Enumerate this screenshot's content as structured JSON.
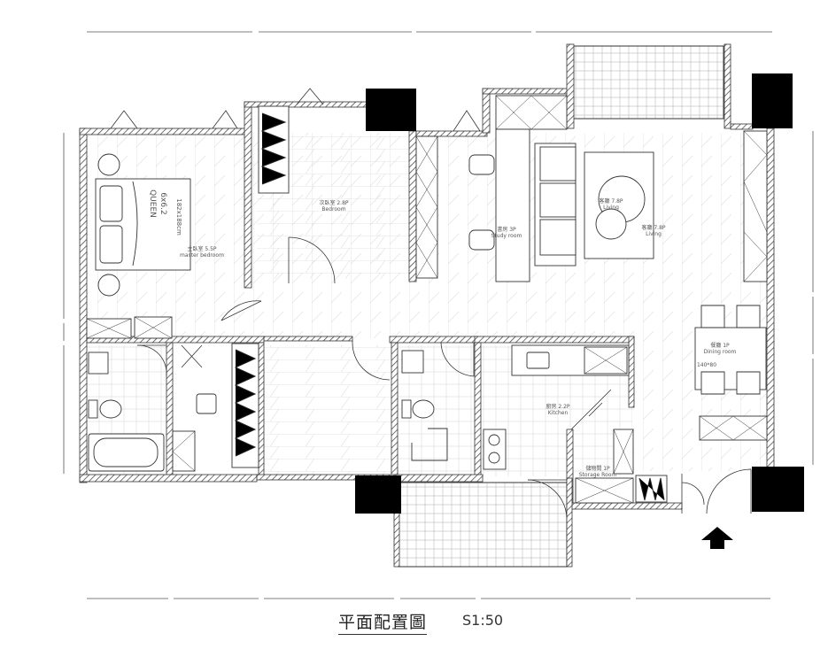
{
  "plan": {
    "title": "平面配置圖",
    "scale": "S1:50",
    "rooms": [
      {
        "name": "主臥室 5.5P",
        "en": "master bedroom"
      },
      {
        "name": "次臥室 2.8P",
        "en": "Bedroom"
      },
      {
        "name": "書房 3P",
        "en": "Study room"
      },
      {
        "name": "客廳 7.8P",
        "en": "Living"
      },
      {
        "name": "客廳 7.8P",
        "en": "Living"
      },
      {
        "name": "餐廳 1P",
        "en": "Dining room"
      },
      {
        "name": "廚房 2.2P",
        "en": "Kitchen"
      },
      {
        "name": "儲物間 1P",
        "en": "Storage Room"
      }
    ],
    "bed": {
      "type": "QUEEN",
      "size": "6x6.2",
      "cm": "182x188cm"
    },
    "dining_table": "140*80",
    "colors": {
      "wall": "#555555",
      "column": "#000000",
      "line": "#333333",
      "floor_hatch": "#cccccc"
    }
  }
}
